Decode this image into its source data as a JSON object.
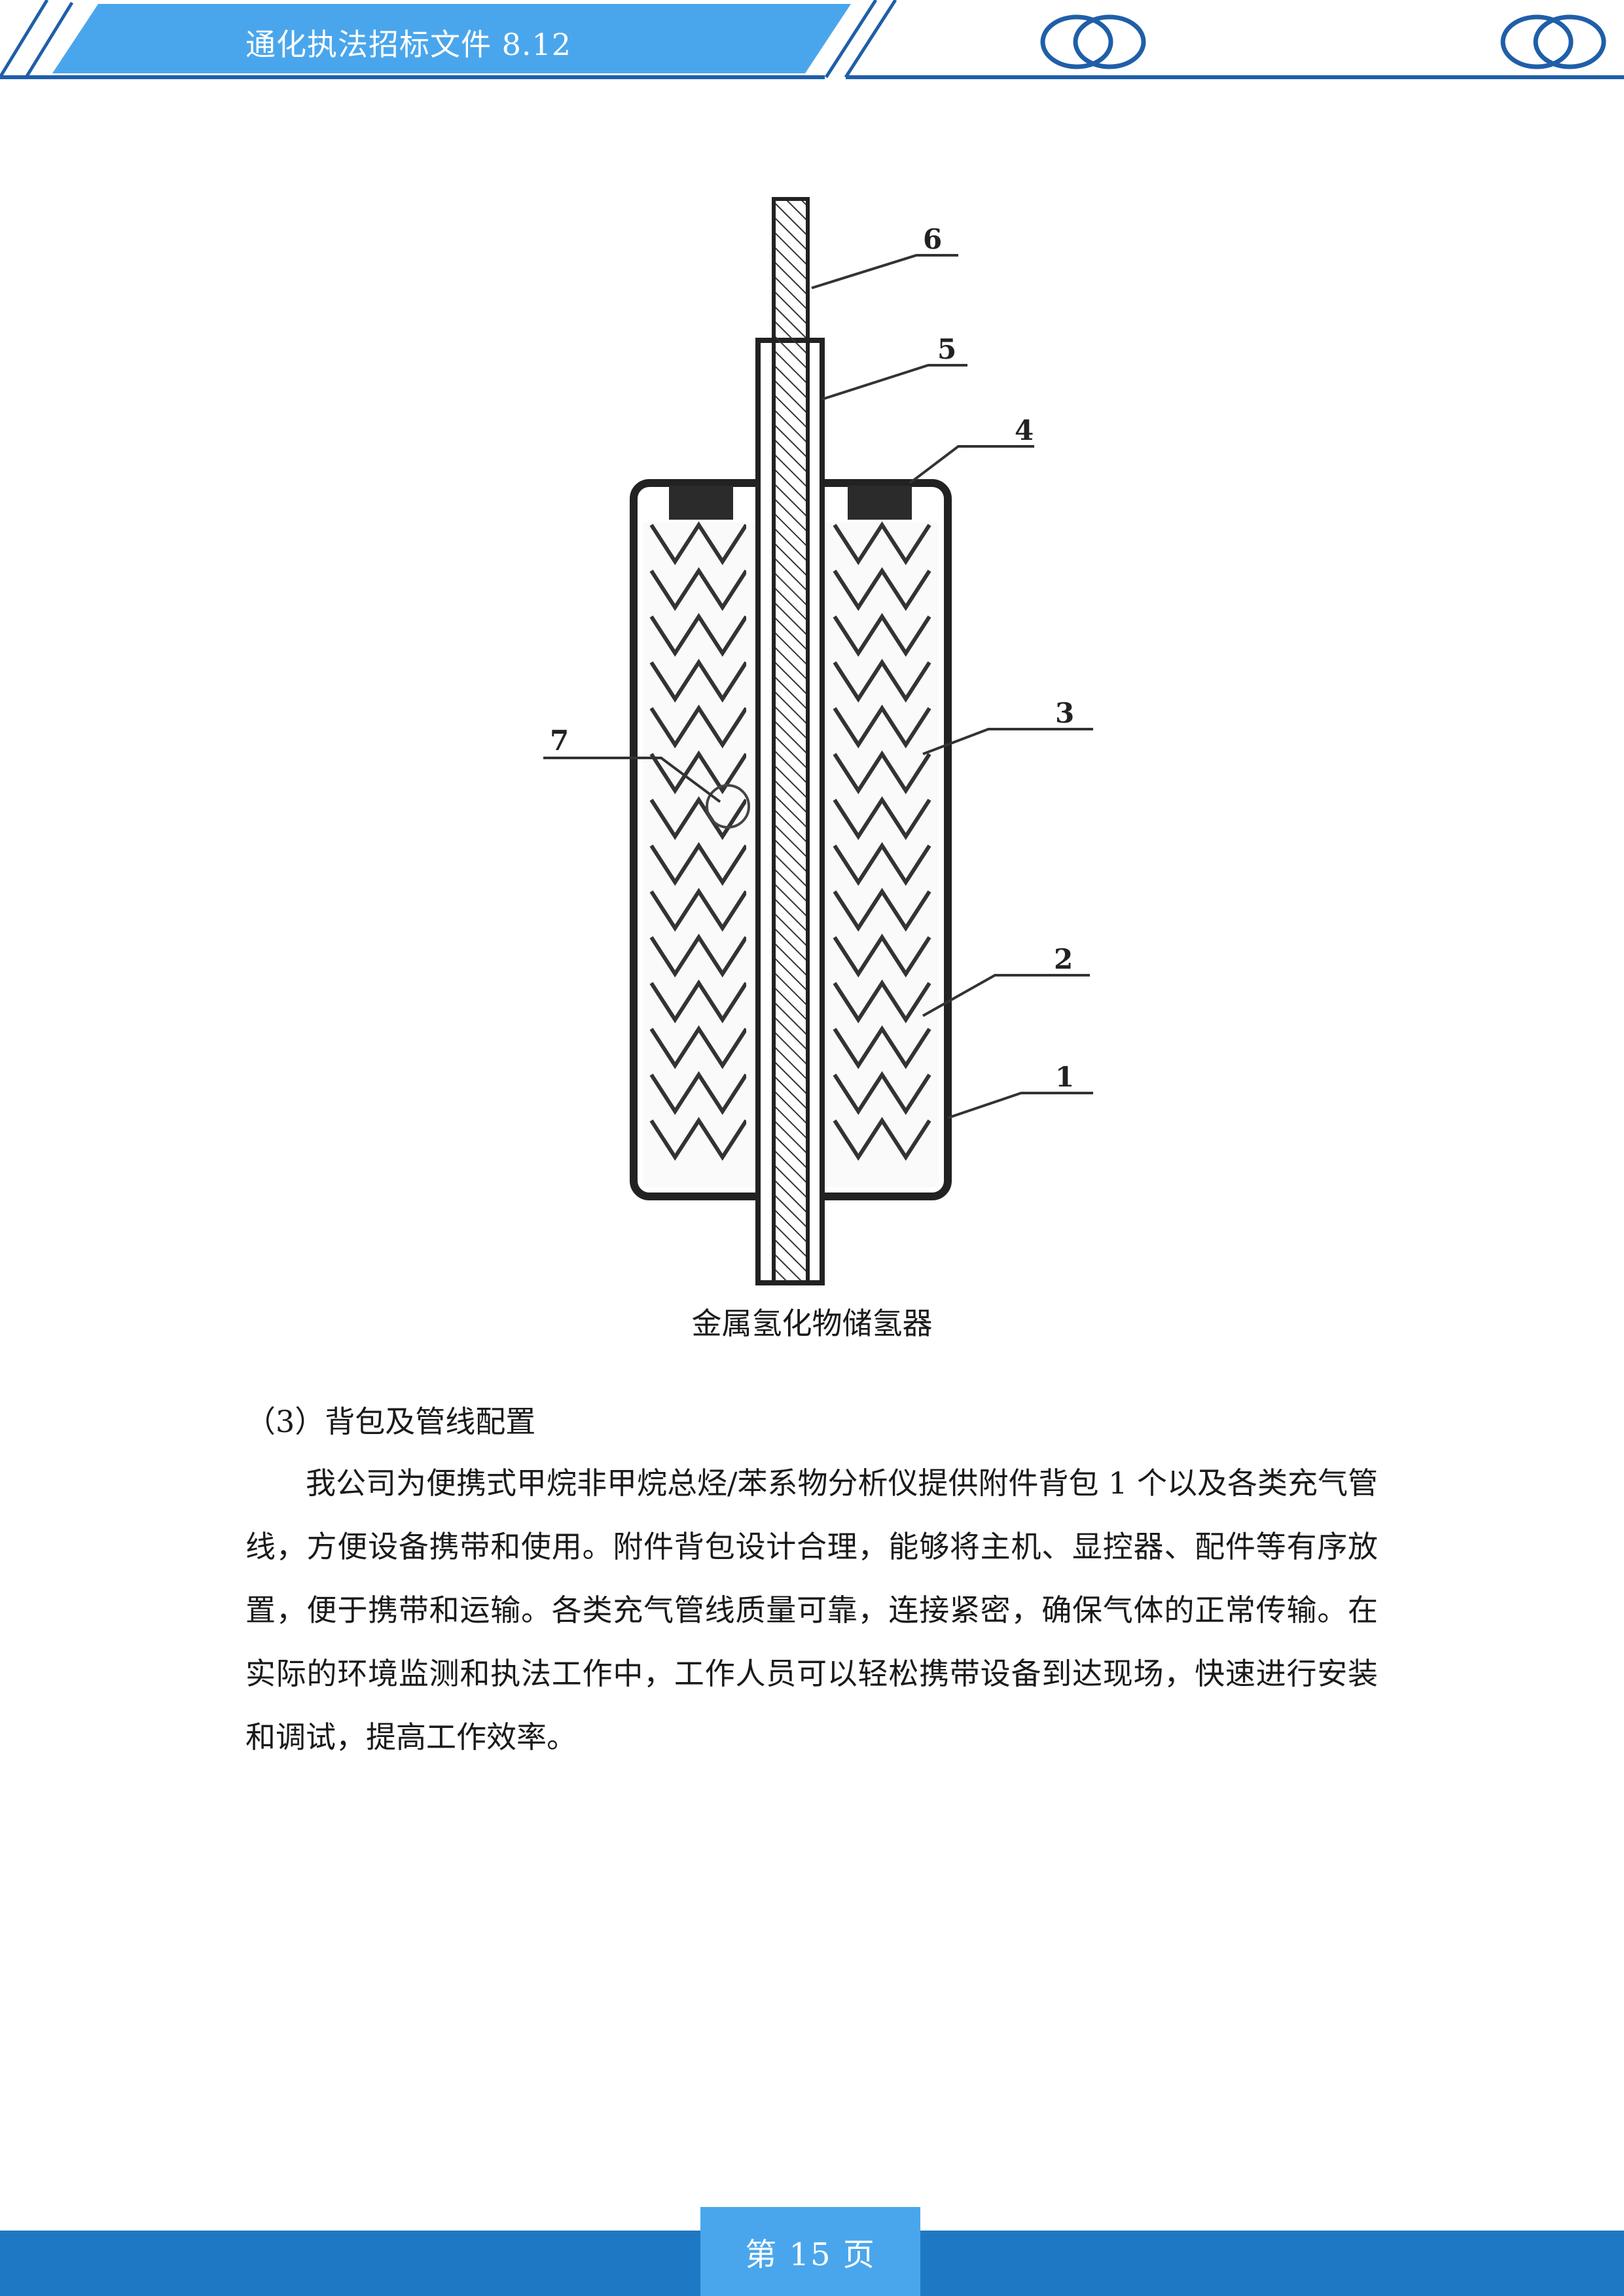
{
  "header": {
    "title": "通化执法招标文件 8.12",
    "colors": {
      "dark": "#1f5fa8",
      "light": "#4aa6ec"
    },
    "logo_icon": "double-ring-icon"
  },
  "figure": {
    "labels": [
      "6",
      "5",
      "4",
      "3",
      "7",
      "2",
      "1"
    ],
    "caption": "金属氢化物储氢器"
  },
  "section": {
    "heading": "（3）背包及管线配置",
    "paragraph": "我公司为便携式甲烷非甲烷总烃/苯系物分析仪提供附件背包 1 个以及各类充气管线，方便设备携带和使用。附件背包设计合理，能够将主机、显控器、配件等有序放置，便于携带和运输。各类充气管线质量可靠，连接紧密，确保气体的正常传输。在实际的环境监测和执法工作中，工作人员可以轻松携带设备到达现场，快速进行安装和调试，提高工作效率。"
  },
  "footer": {
    "page_label": "第 15 页",
    "colors": {
      "bar": "#1f78c4",
      "tab": "#4aa6ec"
    }
  }
}
